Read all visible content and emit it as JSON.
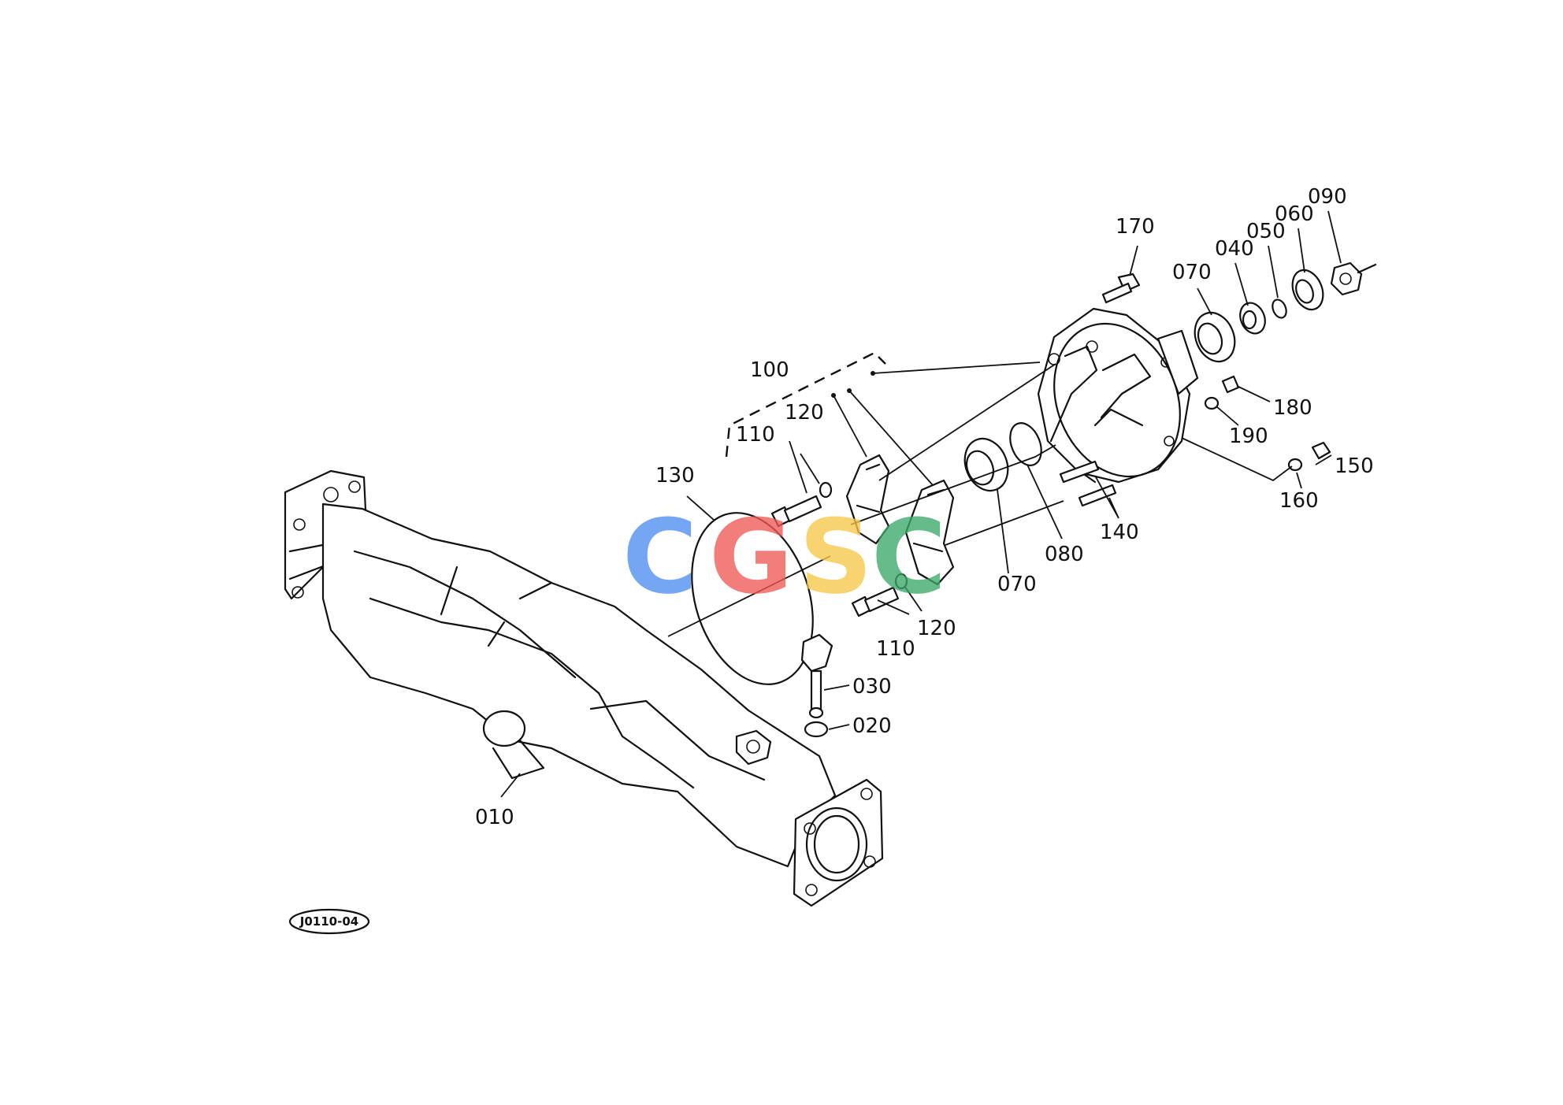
{
  "diagram": {
    "drawing_code": "J0110-04",
    "callouts": {
      "c010": "010",
      "c020": "020",
      "c030": "030",
      "c040": "040",
      "c050": "050",
      "c060": "060",
      "c070a": "070",
      "c070b": "070",
      "c080": "080",
      "c090": "090",
      "c100": "100",
      "c110a": "110",
      "c110b": "110",
      "c120a": "120",
      "c120b": "120",
      "c130": "130",
      "c140": "140",
      "c150": "150",
      "c160": "160",
      "c170": "170",
      "c180": "180",
      "c190": "190"
    }
  },
  "watermark": {
    "letters": [
      "C",
      "G",
      "S",
      "C"
    ],
    "colors": [
      "#4f8ef0",
      "#ee5a56",
      "#f7c948",
      "#3aa86a"
    ]
  }
}
